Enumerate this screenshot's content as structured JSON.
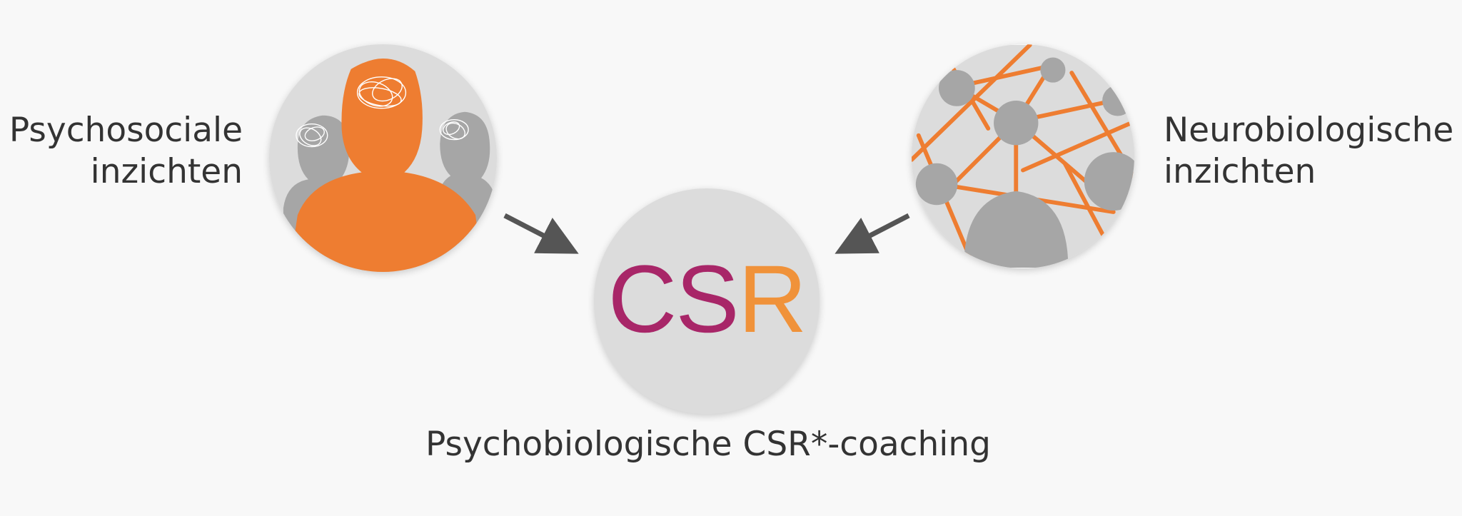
{
  "left_concept": {
    "line1": "Psychosociale",
    "line2": "inzichten",
    "icon": "people-thinking-icon"
  },
  "right_concept": {
    "line1": "Neurobiologische",
    "line2": "inzichten",
    "icon": "neural-network-icon"
  },
  "center": {
    "logo_part1": "CS",
    "logo_part2": "R",
    "caption": "Psychobiologische CSR*-coaching"
  },
  "colors": {
    "background": "#f8f8f8",
    "circle_bg": "#dcdcdc",
    "orange": "#ee7d31",
    "magenta": "#a82668",
    "logo_orange": "#f0923a",
    "grey_figure": "#a6a6a6",
    "arrow": "#555555"
  }
}
